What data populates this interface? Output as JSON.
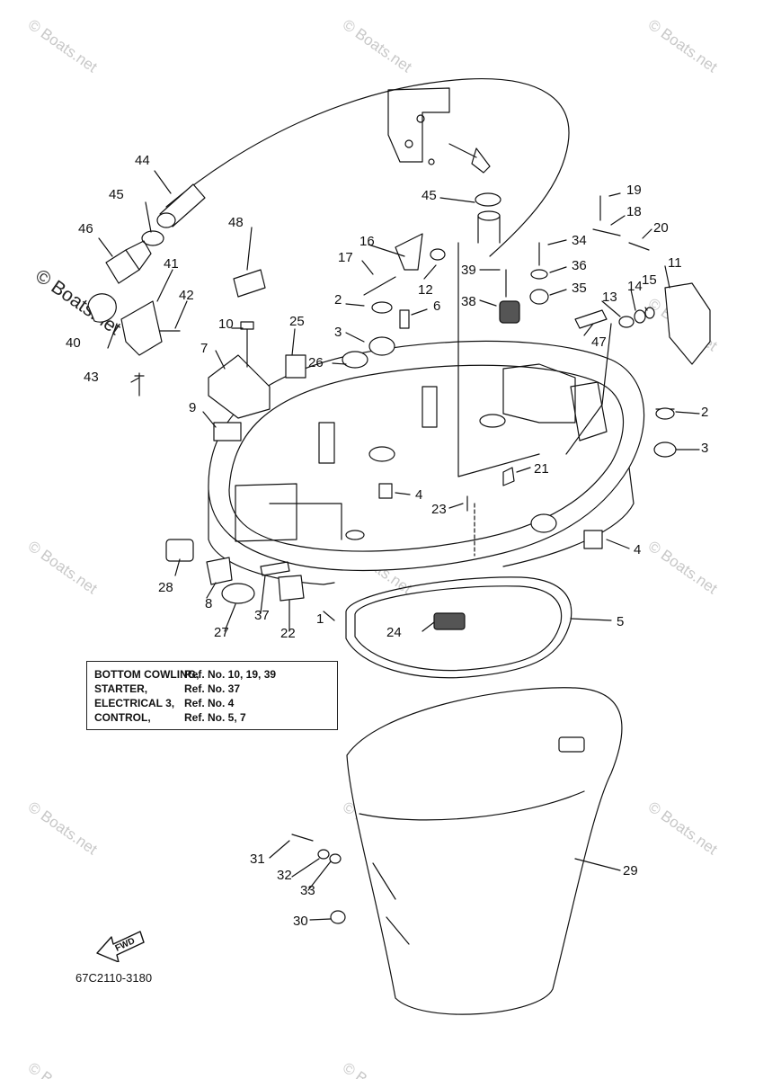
{
  "watermark_text": "© Boats.net",
  "part_code": "67C2110-3180",
  "fwd_label": "FWD",
  "reference_box": [
    {
      "name": "BOTTOM COWLING,",
      "ref": "Ref. No. 10, 19, 39"
    },
    {
      "name": "STARTER,",
      "ref": "Ref. No. 37"
    },
    {
      "name": "ELECTRICAL 3,",
      "ref": "Ref. No. 4"
    },
    {
      "name": "CONTROL,",
      "ref": "Ref. No. 5, 7"
    }
  ],
  "callouts": [
    "1",
    "2",
    "3",
    "4",
    "5",
    "6",
    "7",
    "8",
    "9",
    "10",
    "11",
    "12",
    "13",
    "14",
    "15",
    "16",
    "17",
    "18",
    "19",
    "20",
    "21",
    "22",
    "23",
    "24",
    "25",
    "26",
    "27",
    "28",
    "29",
    "30",
    "31",
    "32",
    "33",
    "34",
    "35",
    "36",
    "37",
    "38",
    "39",
    "40",
    "41",
    "42",
    "43",
    "44",
    "45",
    "46",
    "47",
    "48"
  ],
  "colors": {
    "line": "#111111",
    "watermark": "#c8c8c8",
    "fill": "#ffffff",
    "shade": "#555555"
  }
}
